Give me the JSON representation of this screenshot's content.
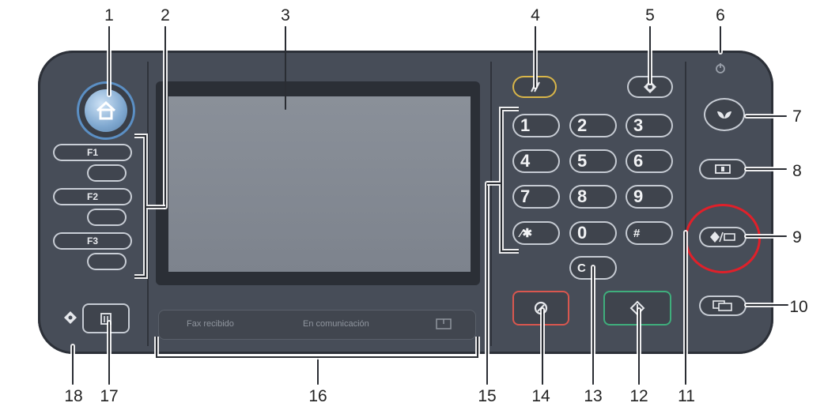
{
  "callouts": [
    "1",
    "2",
    "3",
    "4",
    "5",
    "6",
    "7",
    "8",
    "9",
    "10",
    "11",
    "12",
    "13",
    "14",
    "15",
    "16",
    "17",
    "18"
  ],
  "function_keys": [
    "F1",
    "F2",
    "F3"
  ],
  "keypad": [
    "1",
    "2",
    "3",
    "4",
    "5",
    "6",
    "7",
    "8",
    "9",
    "⁄✱",
    "0",
    "#"
  ],
  "clear_key": "C",
  "status_strip": {
    "fax_received": "Fax recibido",
    "communicating": "En comunicación"
  },
  "colors": {
    "panel": "#474d58",
    "reset_border": "#d9b64a",
    "stop_border": "#d9574f",
    "start_border": "#3fae7c",
    "highlight": "#e0202a"
  },
  "icons": [
    "home-icon",
    "reset-icon",
    "program-icon",
    "main-power-indicator-icon",
    "energy-saver-icon",
    "login-logout-icon",
    "user-tools-counter-icon",
    "simple-screen-icon",
    "start-icon",
    "stop-icon",
    "delete-icon",
    "data-in-indicator-icon"
  ]
}
